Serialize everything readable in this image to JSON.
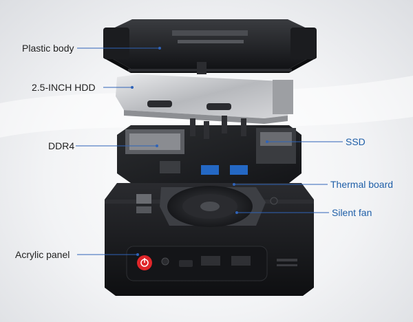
{
  "labels": {
    "plastic_body": "Plastic body",
    "hdd": "2.5-INCH HDD",
    "ddr4": "DDR4",
    "acrylic_panel": "Acrylic panel",
    "ssd": "SSD",
    "thermal_board": "Thermal board",
    "silent_fan": "Silent fan"
  },
  "colors": {
    "left_leader_line": "#2f63b8",
    "right_leader_line": "#2f63b8",
    "right_label_text": "#1f5fa8",
    "case_dark": "#1d1e21",
    "power_button": "#e0262a"
  }
}
